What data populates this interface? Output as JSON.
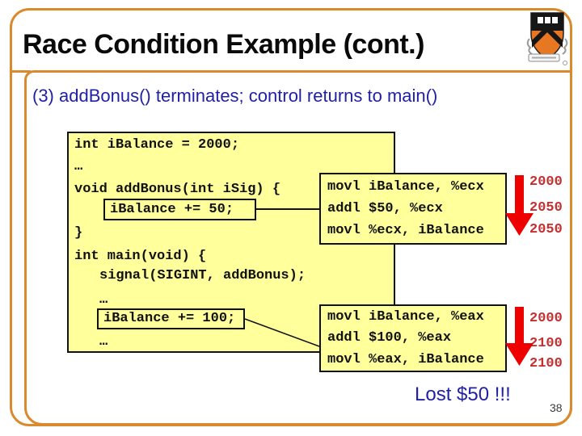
{
  "slide": {
    "title": "Race Condition Example (cont.)",
    "step_caption": "(3) addBonus() terminates; control returns to main()",
    "result_text": "Lost $50 !!!",
    "page_number": "38",
    "logo_icon": "princeton-shield-icon"
  },
  "code": {
    "lines": [
      "int iBalance = 2000;",
      "…",
      "void addBonus(int iSig) {",
      "iBalance += 50;",
      "}",
      "int main(void) {",
      "signal(SIGINT, addBonus);",
      "…",
      "iBalance += 100;",
      "…"
    ]
  },
  "asm_blocks": [
    {
      "instructions": [
        "movl iBalance, %ecx",
        "addl $50, %ecx",
        "movl %ecx, iBalance"
      ],
      "register_values": [
        "2000",
        "2050",
        "2050"
      ]
    },
    {
      "instructions": [
        "movl iBalance, %eax",
        "addl $100, %eax",
        "movl %eax, iBalance"
      ],
      "register_values": [
        "2000",
        "2100",
        "2100"
      ]
    }
  ],
  "colors": {
    "frame_orange": "#D98A2E",
    "code_background": "#FFFF9C",
    "text_blue": "#2121A5",
    "arrow_red": "#EE0000",
    "value_red": "#C52F2F",
    "princeton_orange": "#E87722"
  }
}
